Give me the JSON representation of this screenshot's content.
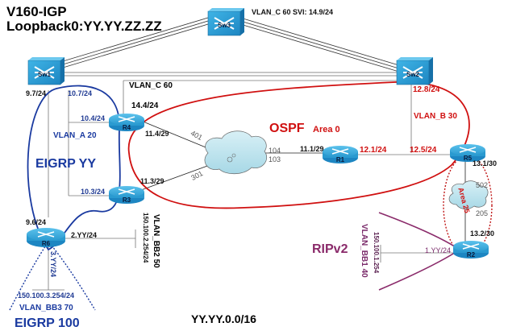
{
  "title": {
    "line1": "V160-IGP",
    "line2": "Loopback0:YY.YY.ZZ.ZZ"
  },
  "footer_network": "YY.YY.0.0/16",
  "colors": {
    "eigrp": "#1a3aa0",
    "ospf": "#d01010",
    "rip": "#8a2a6a",
    "device": "#2a9ad0",
    "link": "#555555"
  },
  "devices": {
    "sw1": "Sw1",
    "sw2": "Sw2",
    "sw3": "Sw3",
    "r1": "R1",
    "r2": "R2",
    "r3": "R3",
    "r4": "R4",
    "r5": "R5",
    "r6": "R6"
  },
  "labels": {
    "sw3_svi": "VLAN_C 60 SVI: 14.9/24",
    "vlan_c": "VLAN_C 60",
    "r4_vlan_c": "14.4/24",
    "sw1_9": "9.7/24",
    "sw1_10": "10.7/24",
    "r4_10": "10.4/24",
    "vlan_a": "VLAN_A 20",
    "r3_10": "10.3/24",
    "r4_11": "11.4/29",
    "r3_11": "11.3/29",
    "dlci_401": "401",
    "dlci_301": "301",
    "dlci_104": "104",
    "dlci_103": "103",
    "r1_11": "11.1/29",
    "r1_12": "12.1/24",
    "r5_12": "12.5/24",
    "sw2_12": "12.8/24",
    "vlan_b": "VLAN_B 30",
    "r5_13": "13.1/30",
    "dlci_502": "502",
    "dlci_205": "205",
    "r2_13": "13.2/30",
    "r6_9": "9.6/24",
    "r6_2": "2.YY/24",
    "r6_3": "3.YY/24",
    "bb2_ip": "150.100.2.254/24",
    "bb2_vlan": "VLAN_BB2 50",
    "bb3_ip": "150.100.3.254/24",
    "bb3_vlan": "VLAN_BB3 70",
    "r2_1": "1.YY/24",
    "bb1_ip": "150.100.1.254",
    "bb1_vlan": "VLAN_BB1 40"
  },
  "protocols": {
    "eigrp_yy": "EIGRP YY",
    "eigrp_100": "EIGRP 100",
    "ospf": "OSPF",
    "ospf_area": "Area 0",
    "area25": "Area 25",
    "rip": "RIPv2"
  }
}
